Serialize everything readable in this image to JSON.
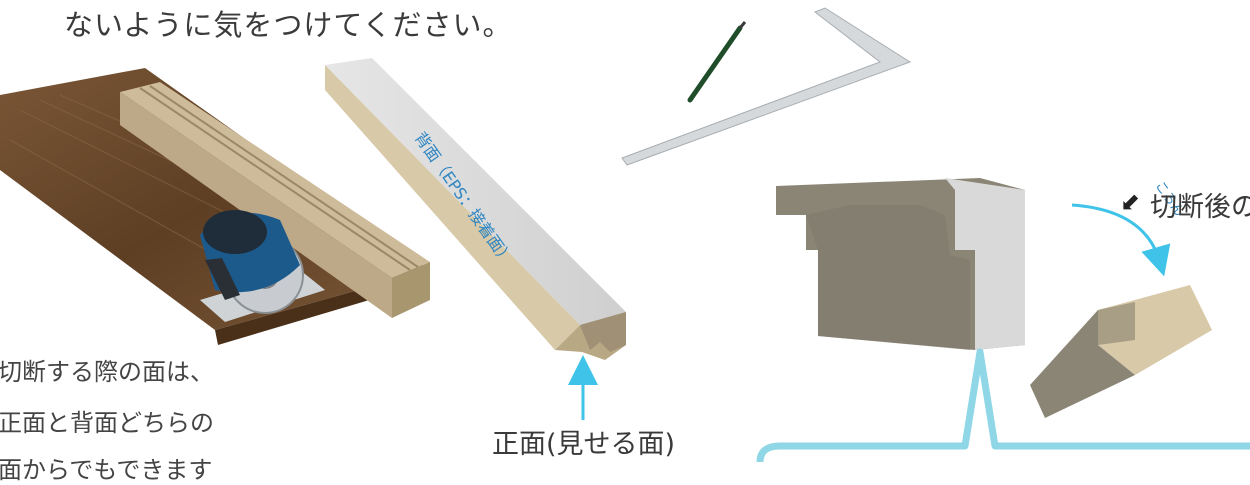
{
  "instruction_top": "ないように気をつけてください。",
  "cut_face_lines": [
    "切断する際の面は、",
    "正面と背面どちらの",
    "面からでもできます"
  ],
  "back_face_label": "背面（EPS：接着面）",
  "front_face_label": "正面(見せる面)",
  "cut_end_label": "切断後の小口",
  "cut_end_pointer": "⬋",
  "rolling_label": "ころん",
  "colors": {
    "arrow_blue": "#3fc3e8",
    "callout_border": "#8fd6e6",
    "back_text_blue": "#2f86c2",
    "wood": "#6b4a2e",
    "foam_side": "#d8c9a8",
    "foam_face": "#dcdcdc",
    "profile_gray": "#8b8576"
  },
  "icons": [
    "pencil-icon",
    "square-ruler-icon",
    "circular-saw-icon"
  ]
}
